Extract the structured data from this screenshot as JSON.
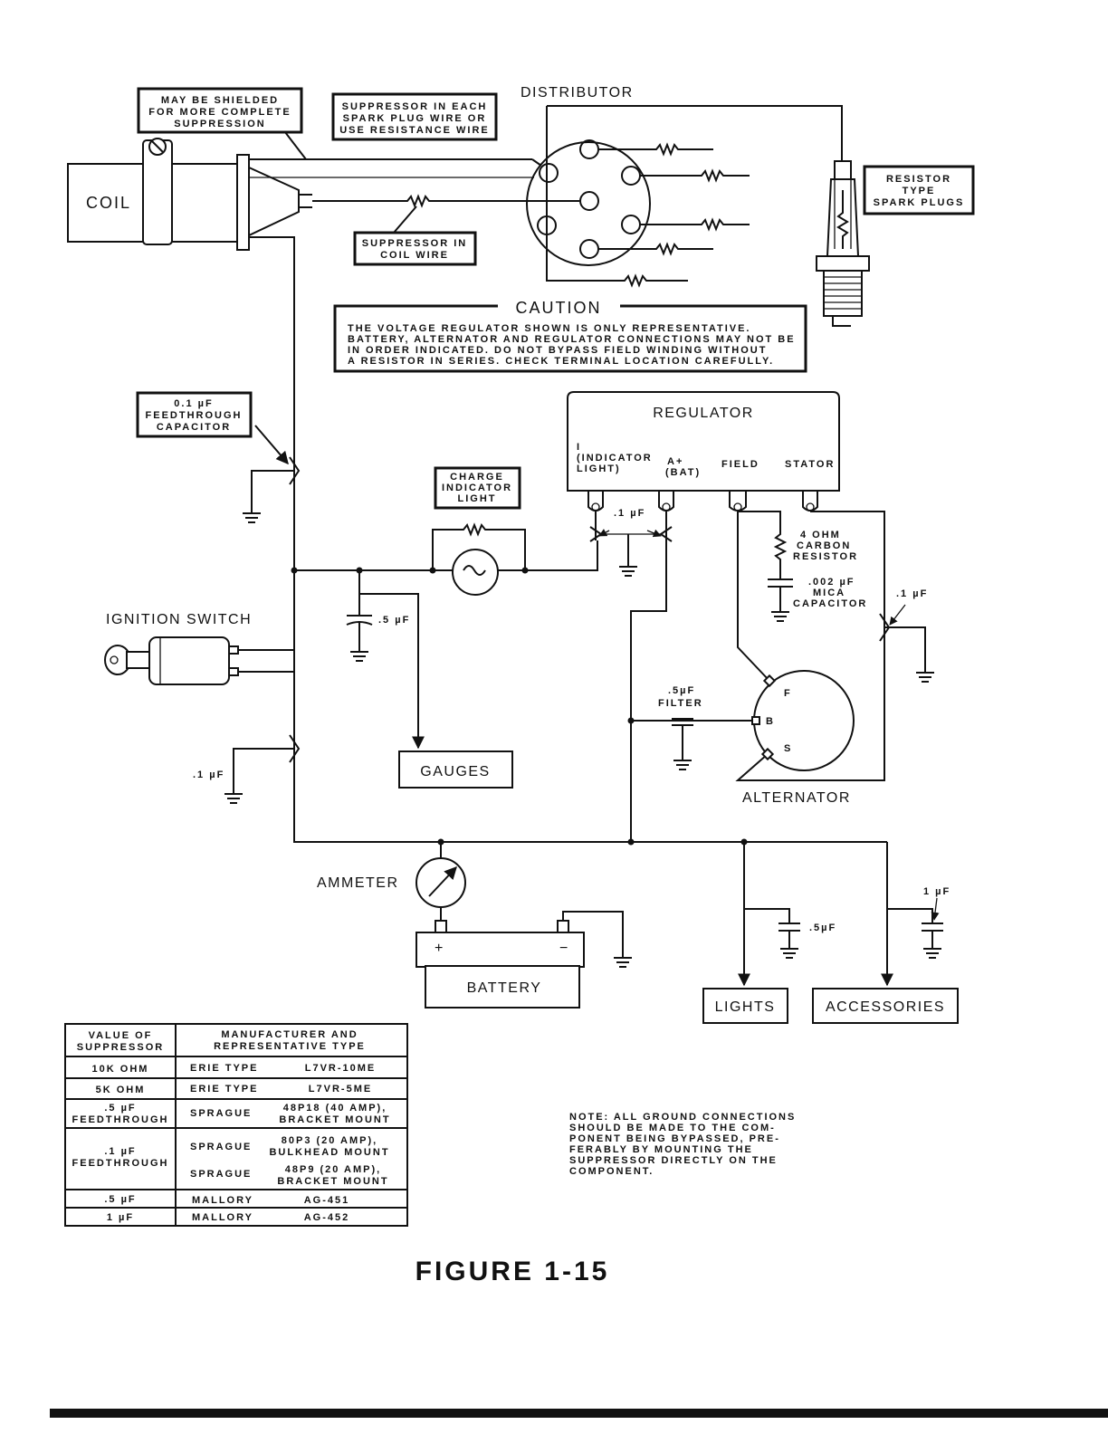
{
  "diagram": {
    "distributor": "DISTRIBUTOR",
    "coil": "COIL",
    "shield_note": [
      "MAY BE SHIELDED",
      "FOR MORE COMPLETE",
      "SUPPRESSION"
    ],
    "spark_suppressor_note": [
      "SUPPRESSOR IN EACH",
      "SPARK PLUG WIRE OR",
      "USE RESISTANCE WIRE"
    ],
    "coil_suppressor_note": [
      "SUPPRESSOR IN",
      "COIL WIRE"
    ],
    "resistor_plugs_note": [
      "RESISTOR",
      "TYPE",
      "SPARK PLUGS"
    ],
    "caution": {
      "title": "CAUTION",
      "lines": [
        "THE VOLTAGE REGULATOR SHOWN IS ONLY REPRESENTATIVE.",
        "BATTERY, ALTERNATOR AND REGULATOR CONNECTIONS MAY NOT BE",
        "IN ORDER INDICATED. DO NOT BYPASS FIELD WINDING WITHOUT",
        "A RESISTOR IN SERIES. CHECK TERMINAL LOCATION CAREFULLY."
      ]
    },
    "feedthrough_note": [
      "0.1 µF",
      "FEEDTHROUGH",
      "CAPACITOR"
    ],
    "regulator": {
      "title": "REGULATOR",
      "indicator": [
        "I",
        "(INDICATOR",
        "LIGHT)"
      ],
      "bat": [
        "A+",
        "(BAT)"
      ],
      "field": "FIELD",
      "stator": "STATOR"
    },
    "charge_light_note": [
      "CHARGE",
      "INDICATOR",
      "LIGHT"
    ],
    "reg_cap_label": ".1 µF",
    "carbon_resistor": [
      "4 OHM",
      "CARBON",
      "RESISTOR"
    ],
    "mica_capacitor": [
      ".002 µF",
      "MICA",
      "CAPACITOR"
    ],
    "stator_cap_label": ".1 µF",
    "ignition_switch": "IGNITION SWITCH",
    "gauge_cap_label": ".5 µF",
    "gauges": "GAUGES",
    "filter_label": [
      ".5µF",
      "FILTER"
    ],
    "alternator": {
      "label": "ALTERNATOR",
      "f": "F",
      "b": "B",
      "s": "S"
    },
    "ignition_cap_label": ".1 µF",
    "ammeter": "AMMETER",
    "battery": {
      "label": "BATTERY",
      "plus": "+",
      "minus": "−"
    },
    "lights_cap_label": ".5µF",
    "accessories_cap_label": "1 µF",
    "lights": "LIGHTS",
    "accessories": "ACCESSORIES"
  },
  "table": {
    "headers": [
      [
        "VALUE OF",
        "SUPPRESSOR"
      ],
      [
        "MANUFACTURER AND",
        "REPRESENTATIVE TYPE"
      ]
    ],
    "rows": [
      {
        "value": [
          "10K OHM"
        ],
        "maker": [
          "ERIE TYPE"
        ],
        "type": [
          "L7VR-10ME"
        ]
      },
      {
        "value": [
          "5K OHM"
        ],
        "maker": [
          "ERIE TYPE"
        ],
        "type": [
          "L7VR-5ME"
        ]
      },
      {
        "value": [
          ".5 µF",
          "FEEDTHROUGH"
        ],
        "maker": [
          "SPRAGUE"
        ],
        "type": [
          "48P18 (40 AMP),",
          "BRACKET MOUNT"
        ]
      },
      {
        "value": [
          ".1 µF",
          "FEEDTHROUGH"
        ],
        "maker": [
          "SPRAGUE",
          "SPRAGUE"
        ],
        "type": [
          "80P3 (20 AMP),",
          "BULKHEAD MOUNT",
          "48P9 (20 AMP),",
          "BRACKET MOUNT"
        ]
      },
      {
        "value": [
          ".5 µF"
        ],
        "maker": [
          "MALLORY"
        ],
        "type": [
          "AG-451"
        ]
      },
      {
        "value": [
          "1 µF"
        ],
        "maker": [
          "MALLORY"
        ],
        "type": [
          "AG-452"
        ]
      }
    ]
  },
  "note": [
    "NOTE: ALL GROUND CONNECTIONS",
    "SHOULD BE MADE TO THE COM-",
    "PONENT BEING BYPASSED, PRE-",
    "FERABLY BY MOUNTING THE",
    "SUPPRESSOR DIRECTLY ON THE",
    "COMPONENT."
  ],
  "figure_caption": "FIGURE 1-15"
}
